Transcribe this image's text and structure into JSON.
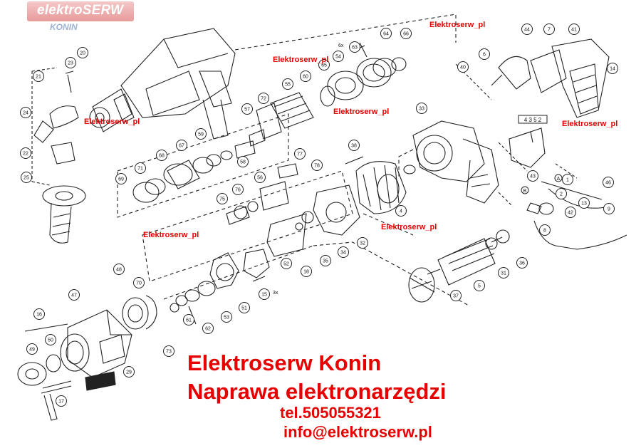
{
  "logo": {
    "brand": "elektroSERW",
    "city": "KONIN",
    "color": "#e79a9a"
  },
  "watermark_text": "Elektroserw_pl",
  "watermarks": [
    "Elektroserw_pl",
    "Elektroserw_pl",
    "Elektroserw_pl",
    "Elektroserw_pl",
    "Elektroserw_pl",
    "Elektroserw_pl",
    "Elektroserw_pl"
  ],
  "footer": {
    "line1": "Elektroserw Konin",
    "line2": "Naprawa elektronarzędzi",
    "phone": "tel.505055321",
    "email": "info@elektroserw.pl",
    "color": "#e60000"
  },
  "part_numbers": [
    "1",
    "2",
    "4",
    "5",
    "6",
    "7",
    "8",
    "9",
    "13",
    "14",
    "15",
    "16",
    "17",
    "18",
    "20",
    "21",
    "22",
    "23",
    "24",
    "25",
    "29",
    "31",
    "32",
    "33",
    "34",
    "35",
    "36",
    "37",
    "38",
    "40",
    "41",
    "42",
    "43",
    "44",
    "46",
    "47",
    "48",
    "49",
    "50",
    "51",
    "52",
    "53",
    "54",
    "55",
    "56",
    "57",
    "58",
    "59",
    "60",
    "61",
    "62",
    "63",
    "64",
    "65",
    "66",
    "67",
    "68",
    "69",
    "70",
    "71",
    "72",
    "73",
    "75",
    "76",
    "77",
    "78"
  ],
  "extra_labels": {
    "qty_6x": "6x",
    "qty_3x": "3x",
    "switch_codes": "4 3 5 2",
    "marker_a": "A",
    "marker_b": "B"
  }
}
